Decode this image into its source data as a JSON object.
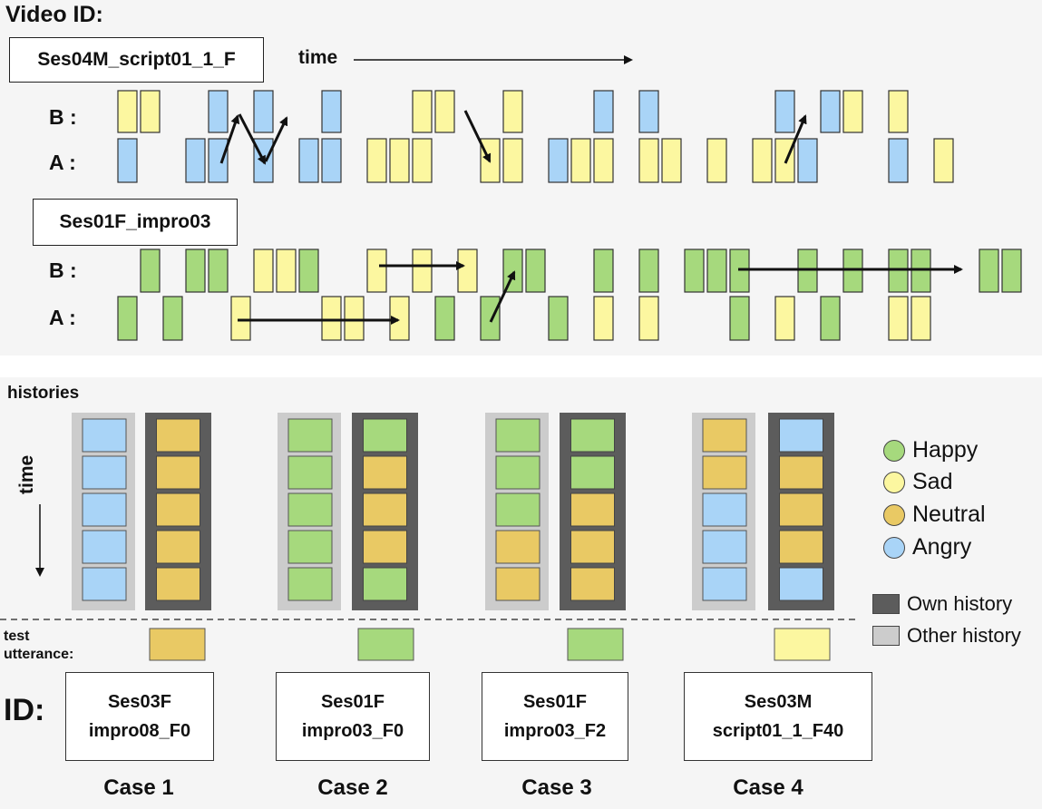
{
  "colors": {
    "happy": "#a6d97d",
    "sad": "#fcf7a0",
    "neutral": "#e9c964",
    "angry": "#a9d4f7",
    "own_history": "#5c5c5c",
    "other_history": "#cccccc"
  },
  "top": {
    "video_id_label": "Video ID:",
    "time_label": "time",
    "sessions": [
      {
        "id": "Ses04M_script01_1_F",
        "row_b_label": "B :",
        "row_a_label": "A :",
        "row_b": [
          "sad",
          "sad",
          null,
          null,
          "angry",
          null,
          "angry",
          null,
          null,
          "angry",
          null,
          null,
          null,
          "sad",
          "sad",
          null,
          null,
          "sad",
          null,
          null,
          null,
          "angry",
          null,
          "angry",
          null,
          null,
          null,
          null,
          null,
          "angry",
          null,
          "angry",
          "sad",
          null,
          "sad"
        ],
        "row_a": [
          "angry",
          null,
          null,
          "angry",
          "angry",
          null,
          "angry",
          null,
          "angry",
          "angry",
          null,
          "sad",
          "sad",
          "sad",
          null,
          null,
          "sad",
          "sad",
          null,
          "angry",
          "sad",
          "sad",
          null,
          "sad",
          "sad",
          null,
          "sad",
          null,
          "sad",
          "sad",
          "angry",
          null,
          null,
          null,
          "angry",
          null,
          "sad"
        ]
      },
      {
        "id": "Ses01F_impro03",
        "row_b_label": "B :",
        "row_a_label": "A :",
        "row_b": [
          null,
          "happy",
          null,
          "happy",
          "happy",
          null,
          "sad",
          "sad",
          "happy",
          null,
          null,
          "sad",
          null,
          "sad",
          null,
          "sad",
          null,
          "happy",
          "happy",
          null,
          null,
          "happy",
          null,
          "happy",
          null,
          "happy",
          "happy",
          "happy",
          null,
          null,
          "happy",
          null,
          "happy",
          null,
          "happy",
          "happy",
          null,
          null,
          "happy",
          "happy"
        ],
        "row_a": [
          "happy",
          null,
          "happy",
          null,
          null,
          "sad",
          null,
          null,
          null,
          "sad",
          "sad",
          null,
          "sad",
          null,
          "happy",
          null,
          "happy",
          null,
          null,
          "happy",
          null,
          "sad",
          null,
          "sad",
          null,
          null,
          null,
          "happy",
          null,
          "sad",
          null,
          "happy",
          null,
          null,
          "sad",
          "sad"
        ]
      }
    ]
  },
  "bottom": {
    "histories_label": "histories",
    "time_label": "time",
    "test_utterance_label_line1": "test",
    "test_utterance_label_line2": "utterance:",
    "id_label": "ID:",
    "cases": [
      {
        "name": "Case 1",
        "id_line1": "Ses03F",
        "id_line2": "impro08_F0",
        "other_history": [
          "angry",
          "angry",
          "angry",
          "angry",
          "angry"
        ],
        "own_history": [
          "neutral",
          "neutral",
          "neutral",
          "neutral",
          "neutral"
        ],
        "test_utterance": "neutral"
      },
      {
        "name": "Case 2",
        "id_line1": "Ses01F",
        "id_line2": "impro03_F0",
        "other_history": [
          "happy",
          "happy",
          "happy",
          "happy",
          "happy"
        ],
        "own_history": [
          "happy",
          "neutral",
          "neutral",
          "neutral",
          "happy"
        ],
        "test_utterance": "happy"
      },
      {
        "name": "Case 3",
        "id_line1": "Ses01F",
        "id_line2": "impro03_F2",
        "other_history": [
          "happy",
          "happy",
          "happy",
          "neutral",
          "neutral"
        ],
        "own_history": [
          "happy",
          "happy",
          "neutral",
          "neutral",
          "neutral"
        ],
        "test_utterance": "happy"
      },
      {
        "name": "Case 4",
        "id_line1": "Ses03M",
        "id_line2": "script01_1_F40",
        "other_history": [
          "neutral",
          "neutral",
          "angry",
          "angry",
          "angry"
        ],
        "own_history": [
          "angry",
          "neutral",
          "neutral",
          "neutral",
          "angry"
        ],
        "test_utterance": "sad"
      }
    ],
    "legend": {
      "happy": "Happy",
      "sad": "Sad",
      "neutral": "Neutral",
      "angry": "Angry",
      "own_history": "Own history",
      "other_history": "Other history"
    }
  }
}
